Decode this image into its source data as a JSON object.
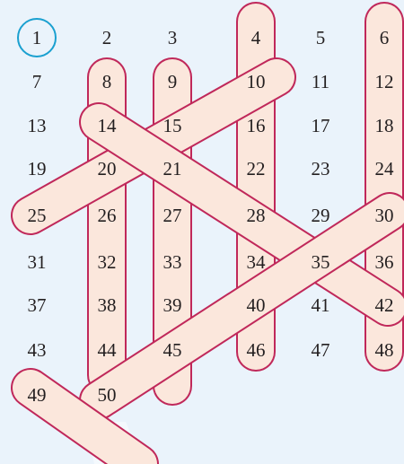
{
  "grid": {
    "rows": [
      [
        "1",
        "2",
        "3",
        "4",
        "5",
        "6"
      ],
      [
        "7",
        "8",
        "9",
        "10",
        "11",
        "12"
      ],
      [
        "13",
        "14",
        "15",
        "16",
        "17",
        "18"
      ],
      [
        "19",
        "20",
        "21",
        "22",
        "23",
        "24"
      ],
      [
        "25",
        "26",
        "27",
        "28",
        "29",
        "30"
      ],
      [
        "31",
        "32",
        "33",
        "34",
        "35",
        "36"
      ],
      [
        "37",
        "38",
        "39",
        "40",
        "41",
        "42"
      ],
      [
        "43",
        "44",
        "45",
        "46",
        "47",
        "48"
      ],
      [
        "49",
        "50"
      ]
    ]
  },
  "circled_number": "1",
  "colors": {
    "background": "#eaf3fb",
    "band_fill": "#fbe7dc",
    "band_stroke": "#c0285a",
    "circle": "#1aa0d0",
    "text": "#231f20"
  }
}
